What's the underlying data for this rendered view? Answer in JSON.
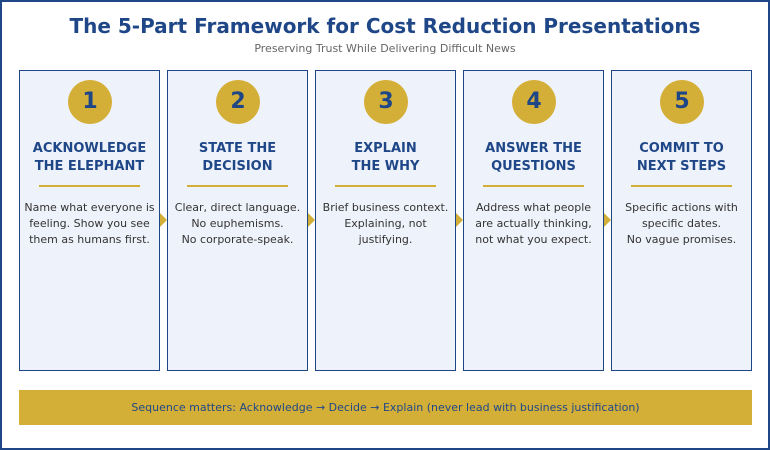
{
  "header": {
    "title": "The 5-Part Framework for Cost Reduction Presentations",
    "subtitle": "Preserving Trust While Delivering Difficult News"
  },
  "steps": [
    {
      "number": "1",
      "heading_line1": "ACKNOWLEDGE",
      "heading_line2": "THE ELEPHANT",
      "desc_line1": "Name what everyone is",
      "desc_line2": "feeling. Show you see",
      "desc_line3": "them as humans first."
    },
    {
      "number": "2",
      "heading_line1": "STATE THE",
      "heading_line2": "DECISION",
      "desc_line1": "Clear, direct language.",
      "desc_line2": "No euphemisms.",
      "desc_line3": "No corporate-speak."
    },
    {
      "number": "3",
      "heading_line1": "EXPLAIN",
      "heading_line2": "THE WHY",
      "desc_line1": "Brief business context.",
      "desc_line2": "Explaining, not",
      "desc_line3": "justifying."
    },
    {
      "number": "4",
      "heading_line1": "ANSWER THE",
      "heading_line2": "QUESTIONS",
      "desc_line1": "Address what people",
      "desc_line2": "are actually thinking,",
      "desc_line3": "not what you expect."
    },
    {
      "number": "5",
      "heading_line1": "COMMIT TO",
      "heading_line2": "NEXT STEPS",
      "desc_line1": "Specific actions with",
      "desc_line2": "specific dates.",
      "desc_line3": "No vague promises."
    }
  ],
  "footer": {
    "banner_text": "Sequence matters: Acknowledge → Decide → Explain (never lead with business justification)"
  },
  "colors": {
    "primary": "#1f4788",
    "accent": "#d4af37",
    "card_bg": "#eef2fa"
  }
}
